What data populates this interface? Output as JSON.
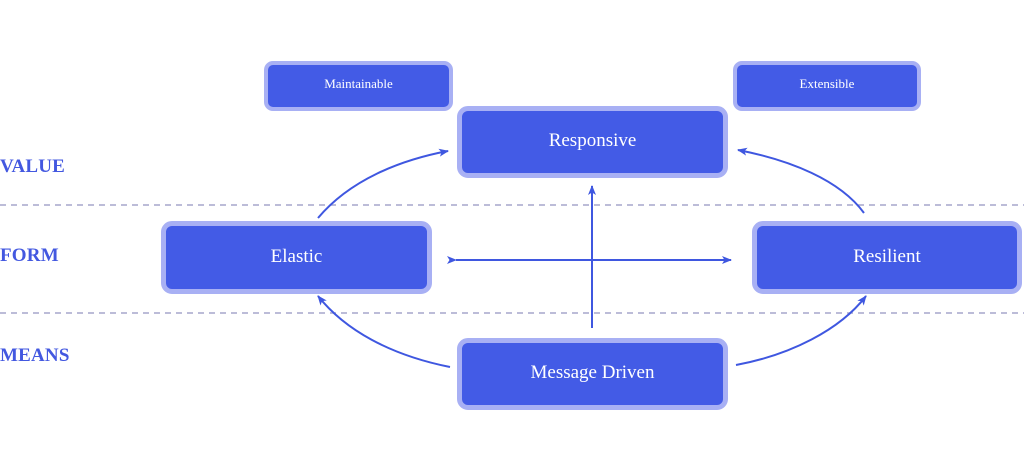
{
  "colors": {
    "node_fill": "#435be6",
    "node_border": "#a8b0f4",
    "arrow": "#3f57e0",
    "label": "#4358e0",
    "divider": "#a6a6cc"
  },
  "row_labels": {
    "value": "VALUE",
    "form": "FORM",
    "means": "MEANS"
  },
  "nodes": {
    "maintainable": "Maintainable",
    "extensible": "Extensible",
    "responsive": "Responsive",
    "elastic": "Elastic",
    "resilient": "Resilient",
    "message_driven": "Message Driven"
  },
  "edges": [
    {
      "from": "elastic",
      "to": "responsive"
    },
    {
      "from": "resilient",
      "to": "responsive"
    },
    {
      "from": "message_driven",
      "to": "responsive"
    },
    {
      "from": "message_driven",
      "to": "elastic"
    },
    {
      "from": "message_driven",
      "to": "resilient"
    },
    {
      "from": "elastic",
      "to": "resilient",
      "bidirectional": true
    }
  ]
}
